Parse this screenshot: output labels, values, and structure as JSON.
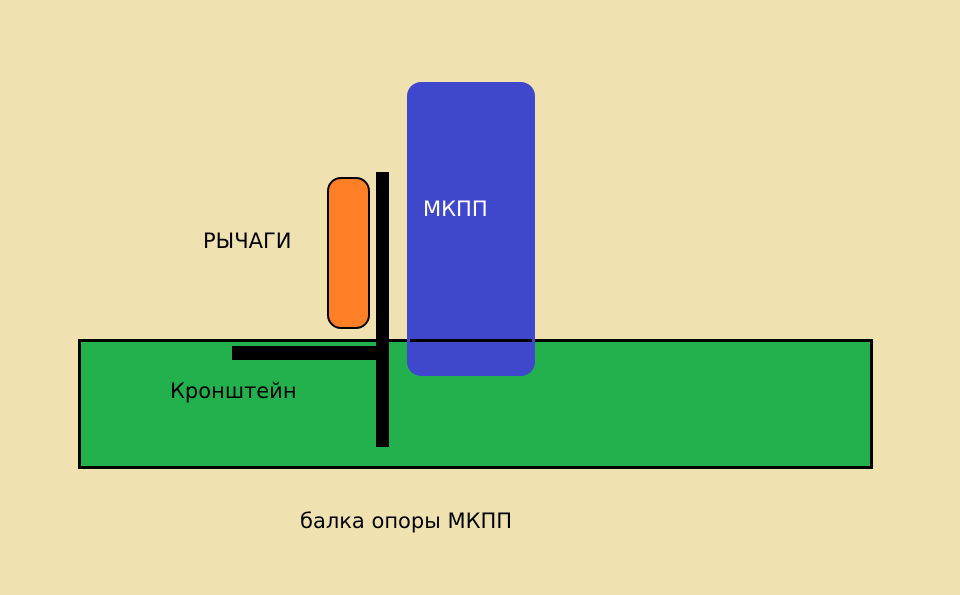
{
  "colors": {
    "background": "#f0e2b0",
    "beam": "#22b14c",
    "gearbox": "#3f48cc",
    "levers": "#ff7f27",
    "bracket": "#000000",
    "text_dark": "#000000",
    "text_light": "#ffffff"
  },
  "labels": {
    "levers": "РЫЧАГИ",
    "gearbox": "МКПП",
    "bracket": "Кронштейн",
    "beam": "балка опоры МКПП"
  }
}
